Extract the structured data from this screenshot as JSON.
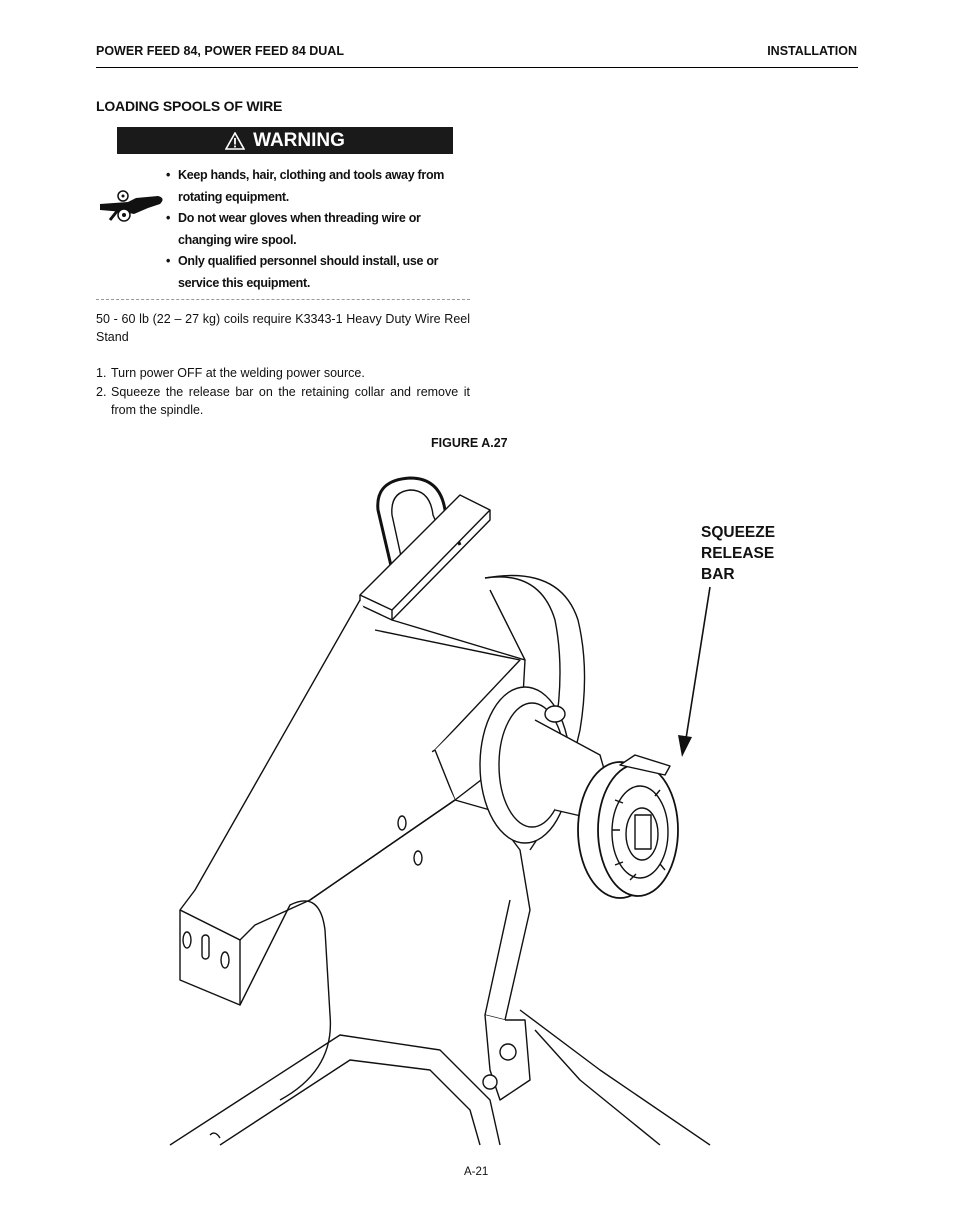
{
  "header": {
    "left": "POWER FEED 84, POWER FEED 84 DUAL",
    "right": "INSTALLATION"
  },
  "section_title": "LOADING SPOOLS OF WIRE",
  "warning": {
    "label": "WARNING",
    "bullets": [
      "Keep hands, hair, clothing and tools away from rotating equipment.",
      "Do not wear gloves when threading wire or changing wire spool.",
      "Only qualified personnel should install, use or service this equipment."
    ]
  },
  "note": "50 - 60 lb (22 – 27 kg) coils require K3343-1 Heavy Duty Wire Reel Stand",
  "steps": [
    {
      "num": "1.",
      "text": "Turn power OFF at the welding power source."
    },
    {
      "num": "2.",
      "text": "Squeeze the release bar on the retaining collar and remove it from the spindle."
    }
  ],
  "figure": {
    "title": "FIGURE A.27",
    "callout": [
      "SQUEEZE",
      "RELEASE",
      "BAR"
    ]
  },
  "page_number": "A-21"
}
